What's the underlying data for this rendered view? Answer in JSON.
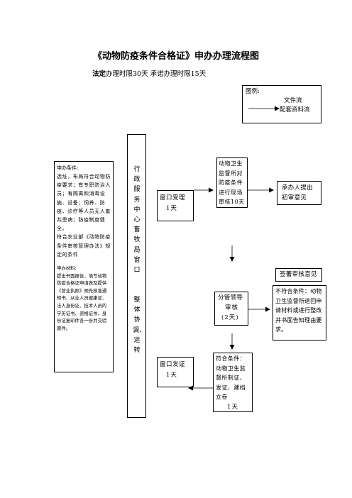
{
  "title": "《动物防疫条件合格证》申办办理流程图",
  "time_limit": {
    "label": "法定",
    "text": "办理时限30天  承诺办理时限15天"
  },
  "legend": {
    "title": "图例:",
    "item_line1": "文件流",
    "item_line2": "配套资料流"
  },
  "conditions": {
    "heading": "申办条件:",
    "body": "选址，布局符合动物防疫要求；有专职防治人员；有隔离和消毒设施、设备；饲养、防疫、诊疗等人员无人畜共患病；防疫制度健全。",
    "extra": "符合农业部《动物防疫条件审核管理办法》规定的条件"
  },
  "materials": {
    "heading": "申办材料:",
    "body": "提出书面报告，填写动物防疫合格证申请表及提供《营业执照》预先核准通知书、从业人员健康证、法人身份证、技术人员的学历证书、资格证书、身份证复印件各一份并交验原件。"
  },
  "center_column": {
    "top": "行政服务中心畜牧局窗口",
    "bottom": "整体协调、运转"
  },
  "nodes": {
    "window_accept": {
      "line1": "窗口受理",
      "line2": "1天"
    },
    "inspection": {
      "text": "动物卫生监督所对防疫条件进行现场审核10天"
    },
    "applicant_opinion": {
      "line1": "承办人提出",
      "line2": "初审意见"
    },
    "sign_opinion": {
      "text": "签署审核意见"
    },
    "leader_review": {
      "line1": "分管领导",
      "line2": "审核",
      "line3": "(2天)"
    },
    "not_qualified": {
      "text": "不符合条件：动物卫生监督所退回申请材料或进行整改并书面告知理由要求。"
    },
    "window_issue": {
      "line1": "窗口发证",
      "line2": "1天"
    },
    "qualified": {
      "text": "符合条件：动物卫生监督所制证、发证、建档立卷",
      "days": "1天"
    }
  }
}
